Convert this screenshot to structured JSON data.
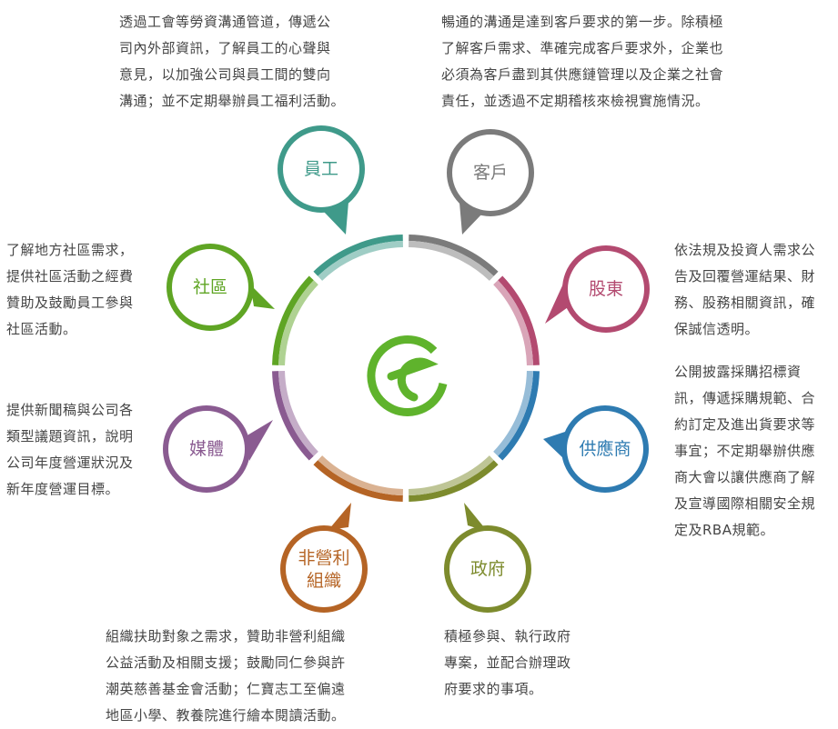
{
  "colors": {
    "employee": "#3f9a8a",
    "customer": "#7b7b7b",
    "shareholder": "#b34a70",
    "supplier": "#2e7bb1",
    "government": "#7d8b2d",
    "nonprofit": "#b56425",
    "media": "#8a5b91",
    "community": "#5fa524",
    "logo": "#5fb32c"
  },
  "logo": {
    "icon": "company-e-logo-icon"
  },
  "stakeholders": [
    {
      "id": "employee",
      "label": "員工",
      "desc": "透過工會等勞資溝通管道，傳遞公\n司內外部資訊，了解員工的心聲與\n意見，以加強公司與員工間的雙向\n溝通；並不定期舉辦員工福利活動。"
    },
    {
      "id": "customer",
      "label": "客戶",
      "desc": "暢通的溝通是達到客戶要求的第一步。除積極\n了解客戶需求、準確完成客戶要求外，企業也\n必須為客戶盡到其供應鏈管理以及企業之社會\n責任，並透過不定期稽核來檢視實施情況。"
    },
    {
      "id": "shareholder",
      "label": "股東",
      "desc": "依法規及投資人需求公\n告及回覆營運結果、財\n務、股務相關資訊，確\n保誠信透明。"
    },
    {
      "id": "supplier",
      "label": "供應商",
      "desc": "公開披露採購招標資\n訊，傳遞採購規範、合\n約訂定及進出貨要求等\n事宜；不定期舉辦供應\n商大會以讓供應商了解\n及宣導國際相關安全規\n定及RBA規範。"
    },
    {
      "id": "government",
      "label": "政府",
      "desc": "積極參與、執行政府\n專案，並配合辦理政\n府要求的事項。"
    },
    {
      "id": "nonprofit",
      "label": "非營利\n組織",
      "label_line1": "非營利",
      "label_line2": "組織",
      "desc": "組織扶助對象之需求，贊助非營利組織\n公益活動及相關支援；鼓勵同仁參與許\n潮英慈善基金會活動；仁寶志工至偏遠\n地區小學、教養院進行繪本閱讀活動。"
    },
    {
      "id": "media",
      "label": "媒體",
      "desc": "提供新聞稿與公司各\n類型議題資訊，說明\n公司年度營運狀況及\n新年度營運目標。"
    },
    {
      "id": "community",
      "label": "社區",
      "desc": "了解地方社區需求，\n提供社區活動之經費\n贊助及鼓勵員工參與\n社區活動。"
    }
  ]
}
